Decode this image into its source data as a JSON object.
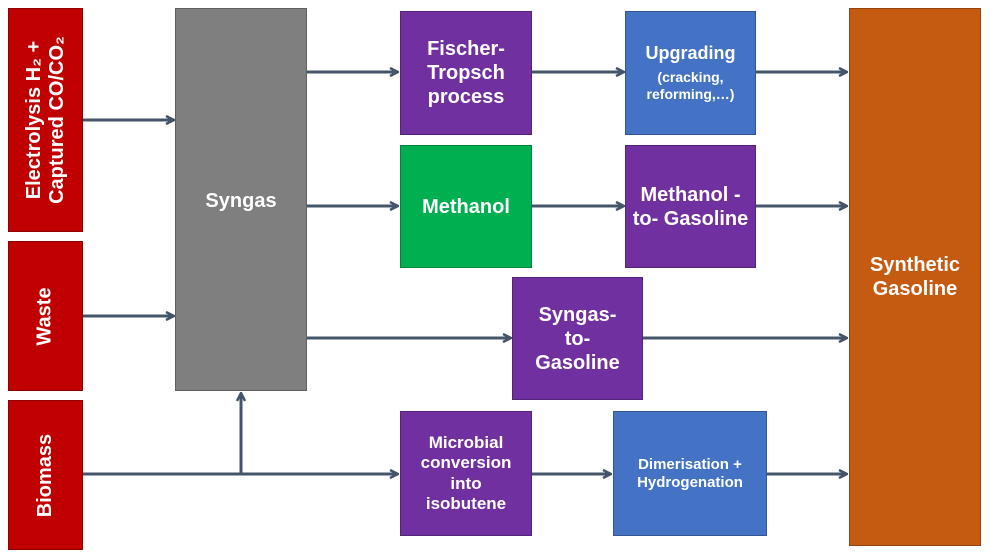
{
  "colors": {
    "red": "#c00000",
    "gray": "#7f7f7f",
    "purple": "#7030a0",
    "green": "#00b050",
    "blue": "#4472c4",
    "orange": "#c55a11",
    "arrow": "#44546a"
  },
  "sources": {
    "electrolysis": {
      "line1": "Electrolysis H₂ +",
      "line2": "Captured CO/CO₂"
    },
    "waste": "Waste",
    "biomass": "Biomass"
  },
  "syngas": "Syngas",
  "fischer_tropsch": "Fischer-Tropsch process",
  "upgrading": {
    "title": "Upgrading",
    "detail": "(cracking, reforming,…)"
  },
  "methanol": "Methanol",
  "methanol_to_gasoline": "Methanol -to- Gasoline",
  "syngas_to_gasoline": "Syngas- to- Gasoline",
  "microbial": "Microbial conversion into isobutene",
  "dimerisation": "Dimerisation + Hydrogenation",
  "product": "Synthetic Gasoline"
}
